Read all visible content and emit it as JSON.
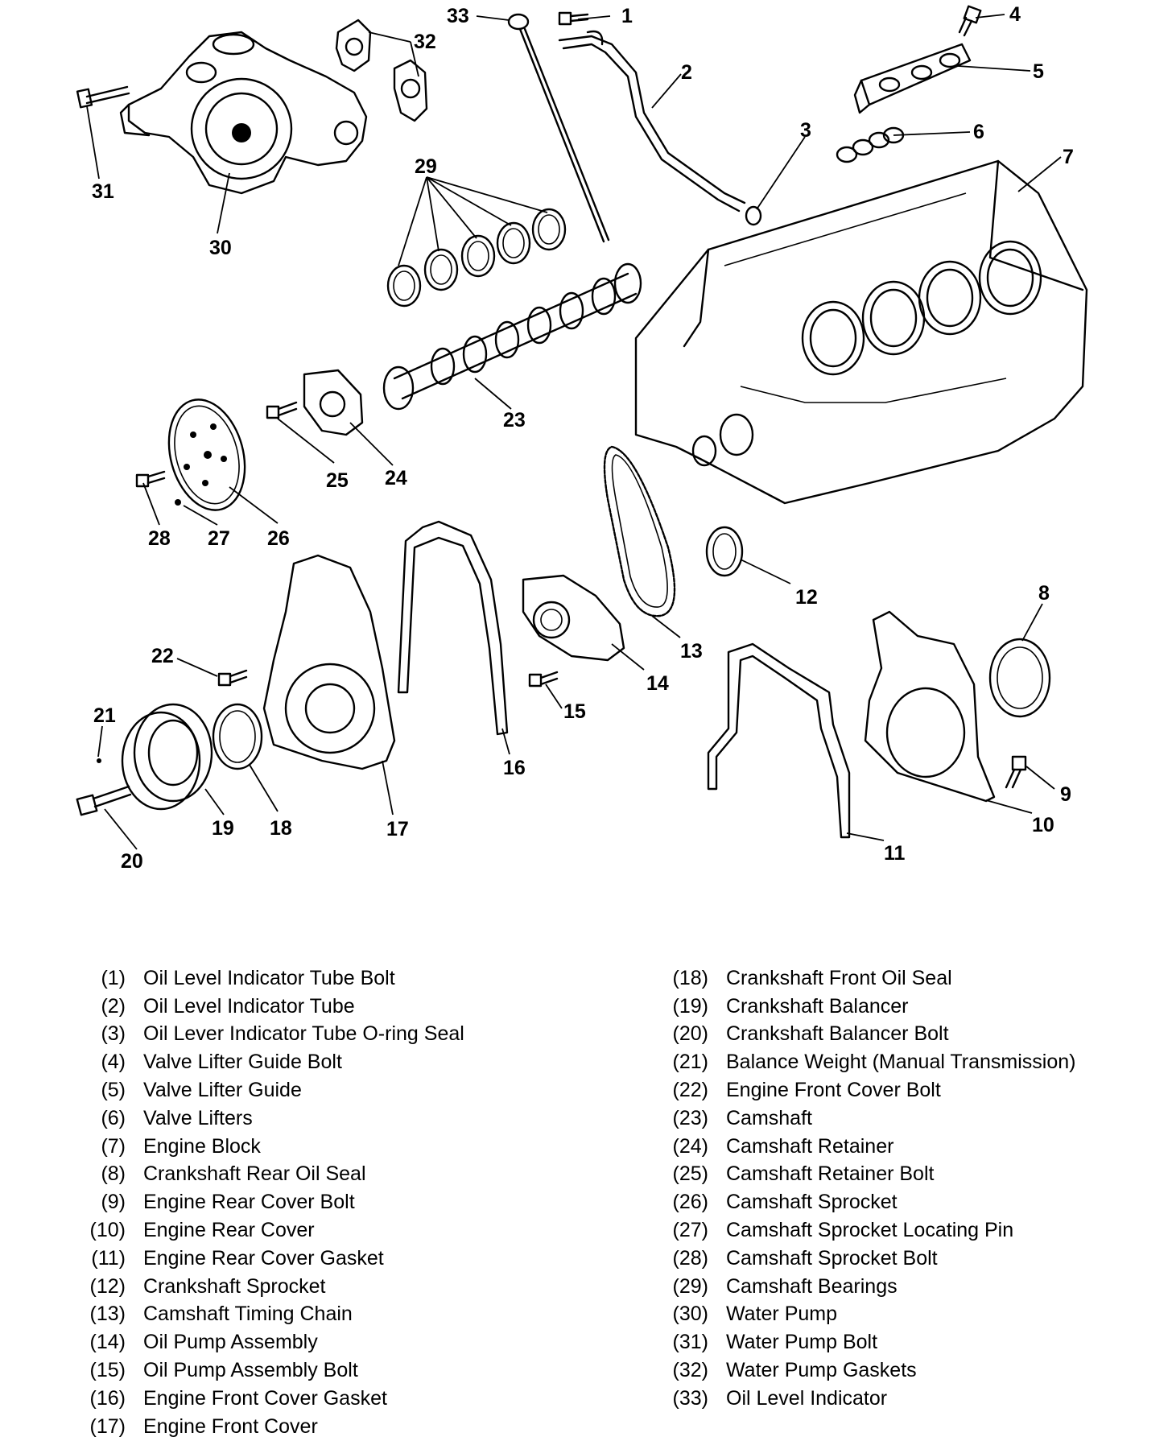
{
  "callouts": [
    {
      "id": "1",
      "label": "1"
    },
    {
      "id": "2",
      "label": "2"
    },
    {
      "id": "3",
      "label": "3"
    },
    {
      "id": "4",
      "label": "4"
    },
    {
      "id": "5",
      "label": "5"
    },
    {
      "id": "6",
      "label": "6"
    },
    {
      "id": "7",
      "label": "7"
    },
    {
      "id": "8",
      "label": "8"
    },
    {
      "id": "9",
      "label": "9"
    },
    {
      "id": "10",
      "label": "10"
    },
    {
      "id": "11",
      "label": "11"
    },
    {
      "id": "12",
      "label": "12"
    },
    {
      "id": "13",
      "label": "13"
    },
    {
      "id": "14",
      "label": "14"
    },
    {
      "id": "15",
      "label": "15"
    },
    {
      "id": "16",
      "label": "16"
    },
    {
      "id": "17",
      "label": "17"
    },
    {
      "id": "18",
      "label": "18"
    },
    {
      "id": "19",
      "label": "19"
    },
    {
      "id": "20",
      "label": "20"
    },
    {
      "id": "21",
      "label": "21"
    },
    {
      "id": "22",
      "label": "22"
    },
    {
      "id": "23",
      "label": "23"
    },
    {
      "id": "24",
      "label": "24"
    },
    {
      "id": "25",
      "label": "25"
    },
    {
      "id": "26",
      "label": "26"
    },
    {
      "id": "27",
      "label": "27"
    },
    {
      "id": "28",
      "label": "28"
    },
    {
      "id": "29",
      "label": "29"
    },
    {
      "id": "30",
      "label": "30"
    },
    {
      "id": "31",
      "label": "31"
    },
    {
      "id": "32",
      "label": "32"
    },
    {
      "id": "33",
      "label": "33"
    }
  ],
  "legend": {
    "left": [
      {
        "num": "(1)",
        "name": "Oil Level Indicator Tube Bolt"
      },
      {
        "num": "(2)",
        "name": "Oil Level Indicator Tube"
      },
      {
        "num": "(3)",
        "name": "Oil Lever Indicator Tube O-ring Seal"
      },
      {
        "num": "(4)",
        "name": "Valve Lifter Guide Bolt"
      },
      {
        "num": "(5)",
        "name": "Valve Lifter Guide"
      },
      {
        "num": "(6)",
        "name": "Valve Lifters"
      },
      {
        "num": "(7)",
        "name": "Engine Block"
      },
      {
        "num": "(8)",
        "name": "Crankshaft Rear Oil Seal"
      },
      {
        "num": "(9)",
        "name": "Engine Rear Cover Bolt"
      },
      {
        "num": "(10)",
        "name": "Engine Rear Cover"
      },
      {
        "num": "(11)",
        "name": "Engine Rear Cover Gasket"
      },
      {
        "num": "(12)",
        "name": "Crankshaft Sprocket"
      },
      {
        "num": "(13)",
        "name": "Camshaft Timing Chain"
      },
      {
        "num": "(14)",
        "name": "Oil Pump Assembly"
      },
      {
        "num": "(15)",
        "name": "Oil Pump Assembly Bolt"
      },
      {
        "num": "(16)",
        "name": "Engine Front Cover Gasket"
      },
      {
        "num": "(17)",
        "name": "Engine Front Cover"
      }
    ],
    "right": [
      {
        "num": "(18)",
        "name": "Crankshaft Front Oil Seal"
      },
      {
        "num": "(19)",
        "name": "Crankshaft Balancer"
      },
      {
        "num": "(20)",
        "name": "Crankshaft Balancer Bolt"
      },
      {
        "num": "(21)",
        "name": "Balance Weight (Manual Transmission)"
      },
      {
        "num": "(22)",
        "name": "Engine Front Cover Bolt"
      },
      {
        "num": "(23)",
        "name": "Camshaft"
      },
      {
        "num": "(24)",
        "name": "Camshaft Retainer"
      },
      {
        "num": "(25)",
        "name": "Camshaft Retainer Bolt"
      },
      {
        "num": "(26)",
        "name": "Camshaft Sprocket"
      },
      {
        "num": "(27)",
        "name": "Camshaft Sprocket Locating Pin"
      },
      {
        "num": "(28)",
        "name": "Camshaft Sprocket Bolt"
      },
      {
        "num": "(29)",
        "name": "Camshaft Bearings"
      },
      {
        "num": "(30)",
        "name": "Water Pump"
      },
      {
        "num": "(31)",
        "name": "Water Pump Bolt"
      },
      {
        "num": "(32)",
        "name": "Water Pump Gaskets"
      },
      {
        "num": "(33)",
        "name": "Oil Level Indicator"
      }
    ]
  }
}
